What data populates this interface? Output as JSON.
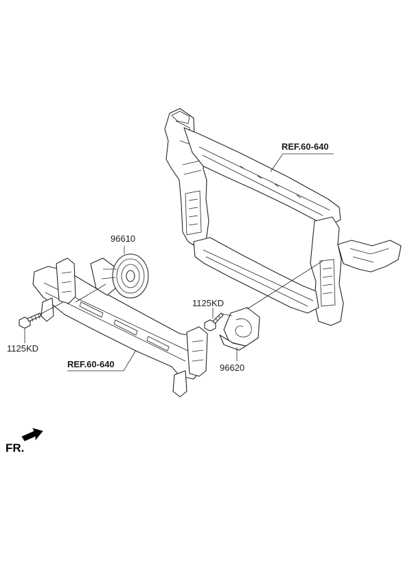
{
  "labels": {
    "ref_upper": "REF.60-640",
    "ref_lower": "REF.60-640",
    "horn_high": "96610",
    "horn_low": "96620",
    "bolt_left": "1125KD",
    "bolt_right": "1125KD",
    "front_indicator": "FR."
  }
}
